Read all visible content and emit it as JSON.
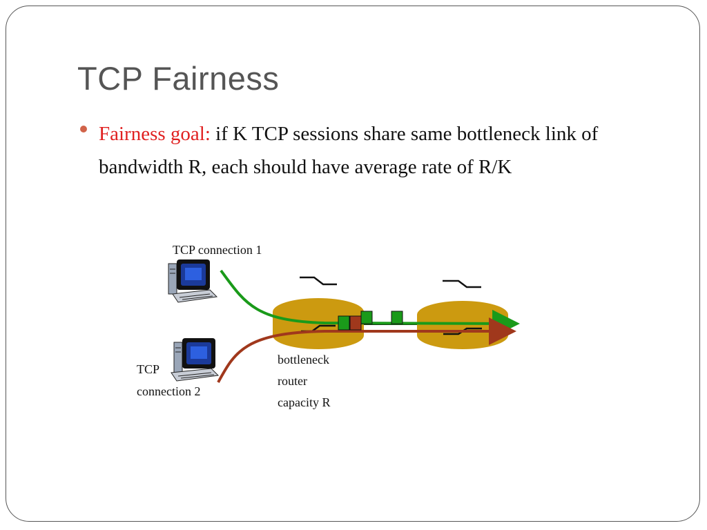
{
  "slide": {
    "title": "TCP Fairness",
    "bullet_label": "Fairness goal:",
    "bullet_text_1": " if K TCP sessions share same bottleneck link of bandwidth R, each should have average rate of R/K"
  },
  "diagram": {
    "connection1_label": "TCP connection 1",
    "connection2_label_line1": "TCP",
    "connection2_label_line2": "connection 2",
    "router_label_line1": "bottleneck",
    "router_label_line2": "router",
    "router_label_line3": "capacity R",
    "colors": {
      "connection1": "#1a9a1a",
      "connection2": "#a0381c",
      "router": "#cc9a10",
      "bullet": "#d16349",
      "goal_text": "#e02020"
    }
  }
}
